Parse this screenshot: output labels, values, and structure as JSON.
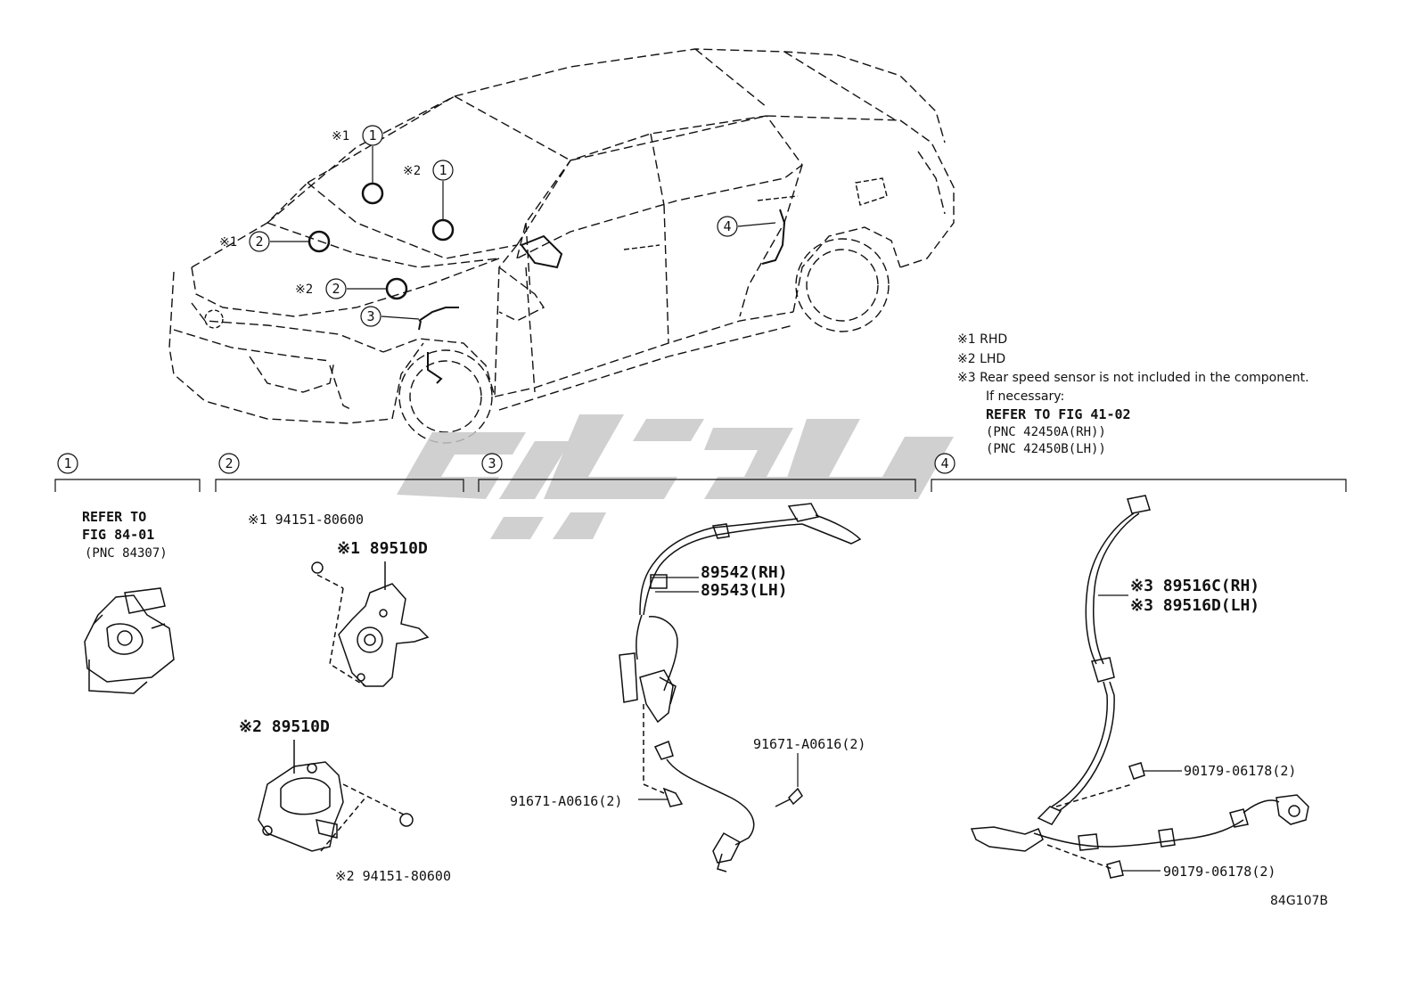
{
  "notes": {
    "n1": "※1 RHD",
    "n2": "※2 LHD",
    "n3": "※3 Rear speed sensor is not included in the component.",
    "n4": "If necessary:",
    "n5": "REFER TO FIG 41-02",
    "n6": "(PNC 42450A(RH))",
    "n7": "(PNC 42450B(LH))"
  },
  "car_callouts": {
    "mark1": "※1",
    "mark2": "※2",
    "c1": "1",
    "c2": "2",
    "c3": "3",
    "c4": "4"
  },
  "sections": {
    "s1": "1",
    "s2": "2",
    "s3": "3",
    "s4": "4"
  },
  "section1": {
    "refer": "REFER TO",
    "fig": "FIG 84-01",
    "pnc": "(PNC 84307)"
  },
  "section2": {
    "nut_rhd": "※1 94151-80600",
    "sensor_rhd": "※1 89510D",
    "sensor_lhd": "※2 89510D",
    "nut_lhd": "※2 94151-80600"
  },
  "section3": {
    "rh": "89542(RH)",
    "lh": "89543(LH)",
    "bolt_right": "91671-A0616(2)",
    "bolt_left": "91671-A0616(2)"
  },
  "section4": {
    "rh": "※3 89516C(RH)",
    "lh": "※3 89516D(LH)",
    "nut_top": "90179-06178(2)",
    "nut_bottom": "90179-06178(2)"
  },
  "drawing_code": "84G107B",
  "colors": {
    "line": "#111111",
    "watermark": "#c8c8c8"
  }
}
